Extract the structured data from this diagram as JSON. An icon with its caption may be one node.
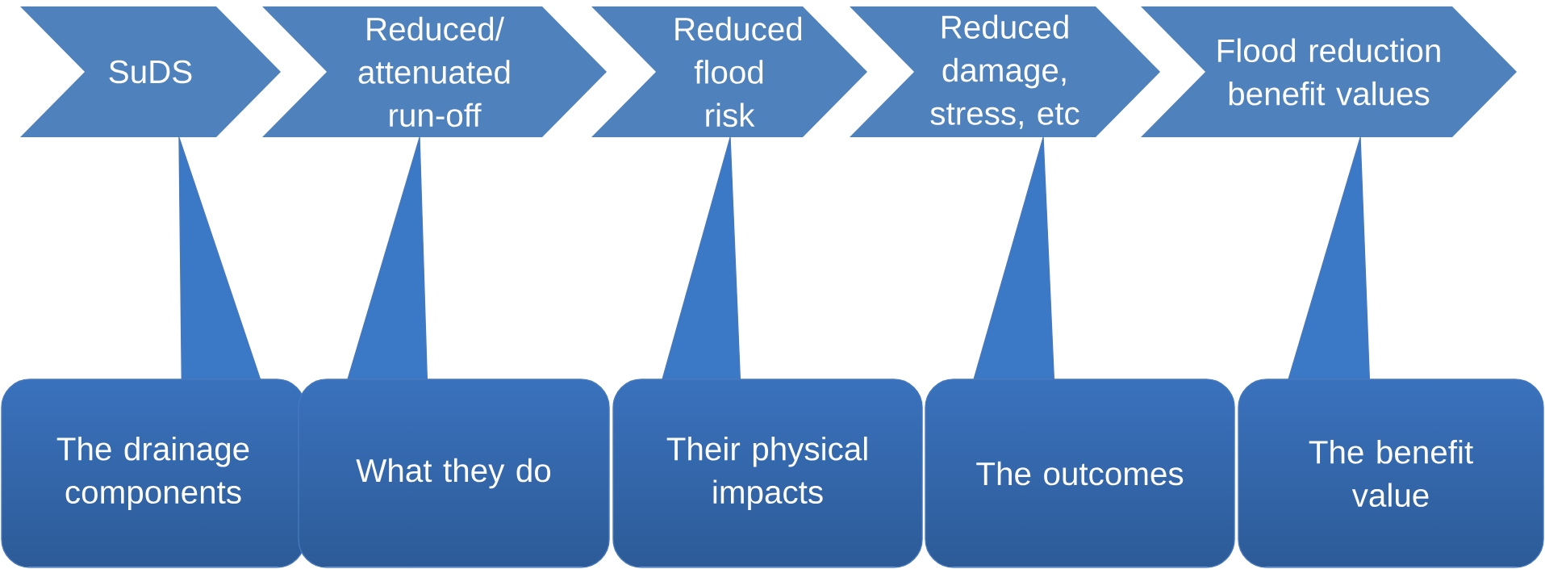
{
  "diagram": {
    "nodes": [
      {
        "text": [
          "SuDS"
        ]
      },
      {
        "text": [
          "Reduced/ attenuated run-off"
        ]
      },
      {
        "text": [
          "Reduced flood risk"
        ]
      },
      {
        "text": [
          "Reduced damage, stress, etc"
        ]
      },
      {
        "text": [
          "Flood reduction benefit values"
        ]
      },
      {
        "text": [
          "The drainage components"
        ]
      },
      {
        "text": [
          "What they do"
        ]
      },
      {
        "text": [
          "Their physical impacts"
        ]
      },
      {
        "text": [
          "The outcomes"
        ]
      },
      {
        "text": [
          "The benefit value"
        ]
      }
    ],
    "edges": [
      {
        "from": 5,
        "to": 0,
        "arrow": "to"
      },
      {
        "from": 6,
        "to": 1,
        "arrow": "to"
      },
      {
        "from": 7,
        "to": 2,
        "arrow": "to"
      },
      {
        "from": 8,
        "to": 3,
        "arrow": "to"
      },
      {
        "from": 9,
        "to": 4,
        "arrow": "to"
      }
    ]
  }
}
